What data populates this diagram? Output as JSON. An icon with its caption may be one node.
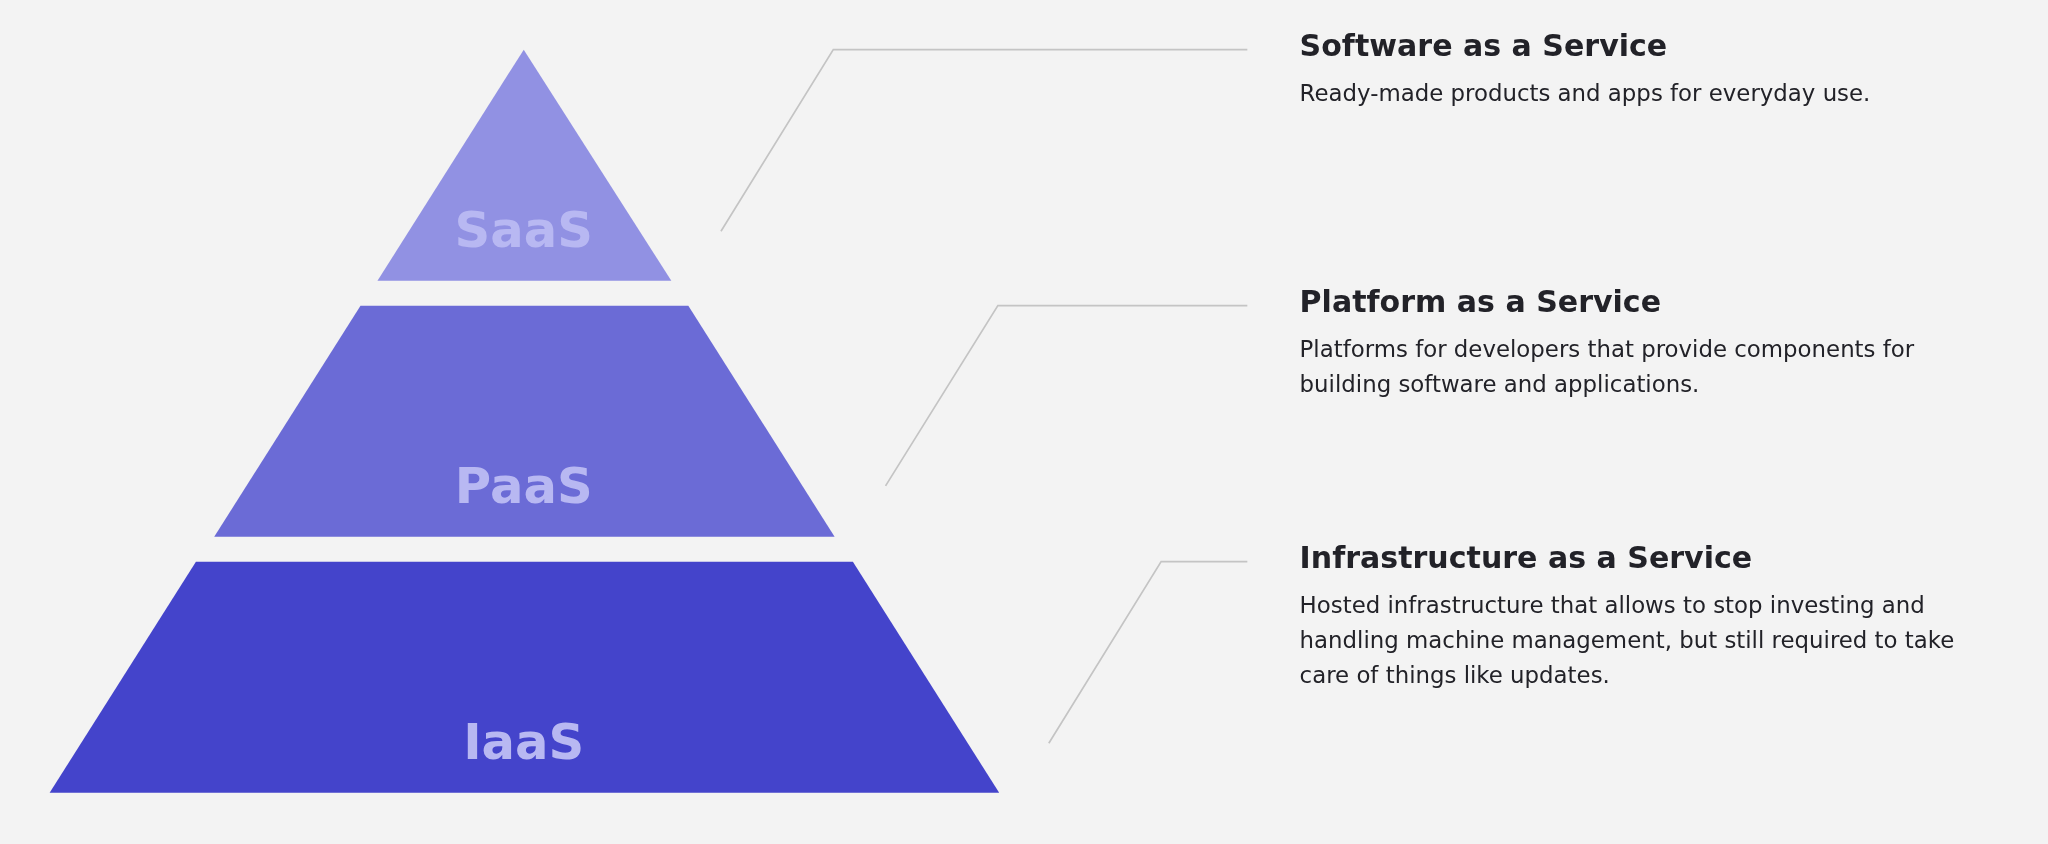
{
  "diagram": {
    "nodes": [
      {
        "text": [
          "SaaS"
        ]
      },
      {
        "text": [
          "PaaS"
        ]
      },
      {
        "text": [
          "IaaS"
        ]
      },
      {
        "text": [
          "Software as a Service",
          "Ready-made products and apps for everyday use."
        ]
      },
      {
        "text": [
          "Platform as a Service",
          "Platforms for developers that provide components for building software and applications."
        ]
      },
      {
        "text": [
          "Infrastructure as a Service",
          "Hosted infrastructure that allows to stop investing and handling machine management, but still required to take care of things like updates."
        ]
      }
    ],
    "edges": [
      {
        "from": 3,
        "to": 0,
        "arrow": "none"
      },
      {
        "from": 4,
        "to": 1,
        "arrow": "none"
      },
      {
        "from": 5,
        "to": 2,
        "arrow": "none"
      }
    ]
  }
}
